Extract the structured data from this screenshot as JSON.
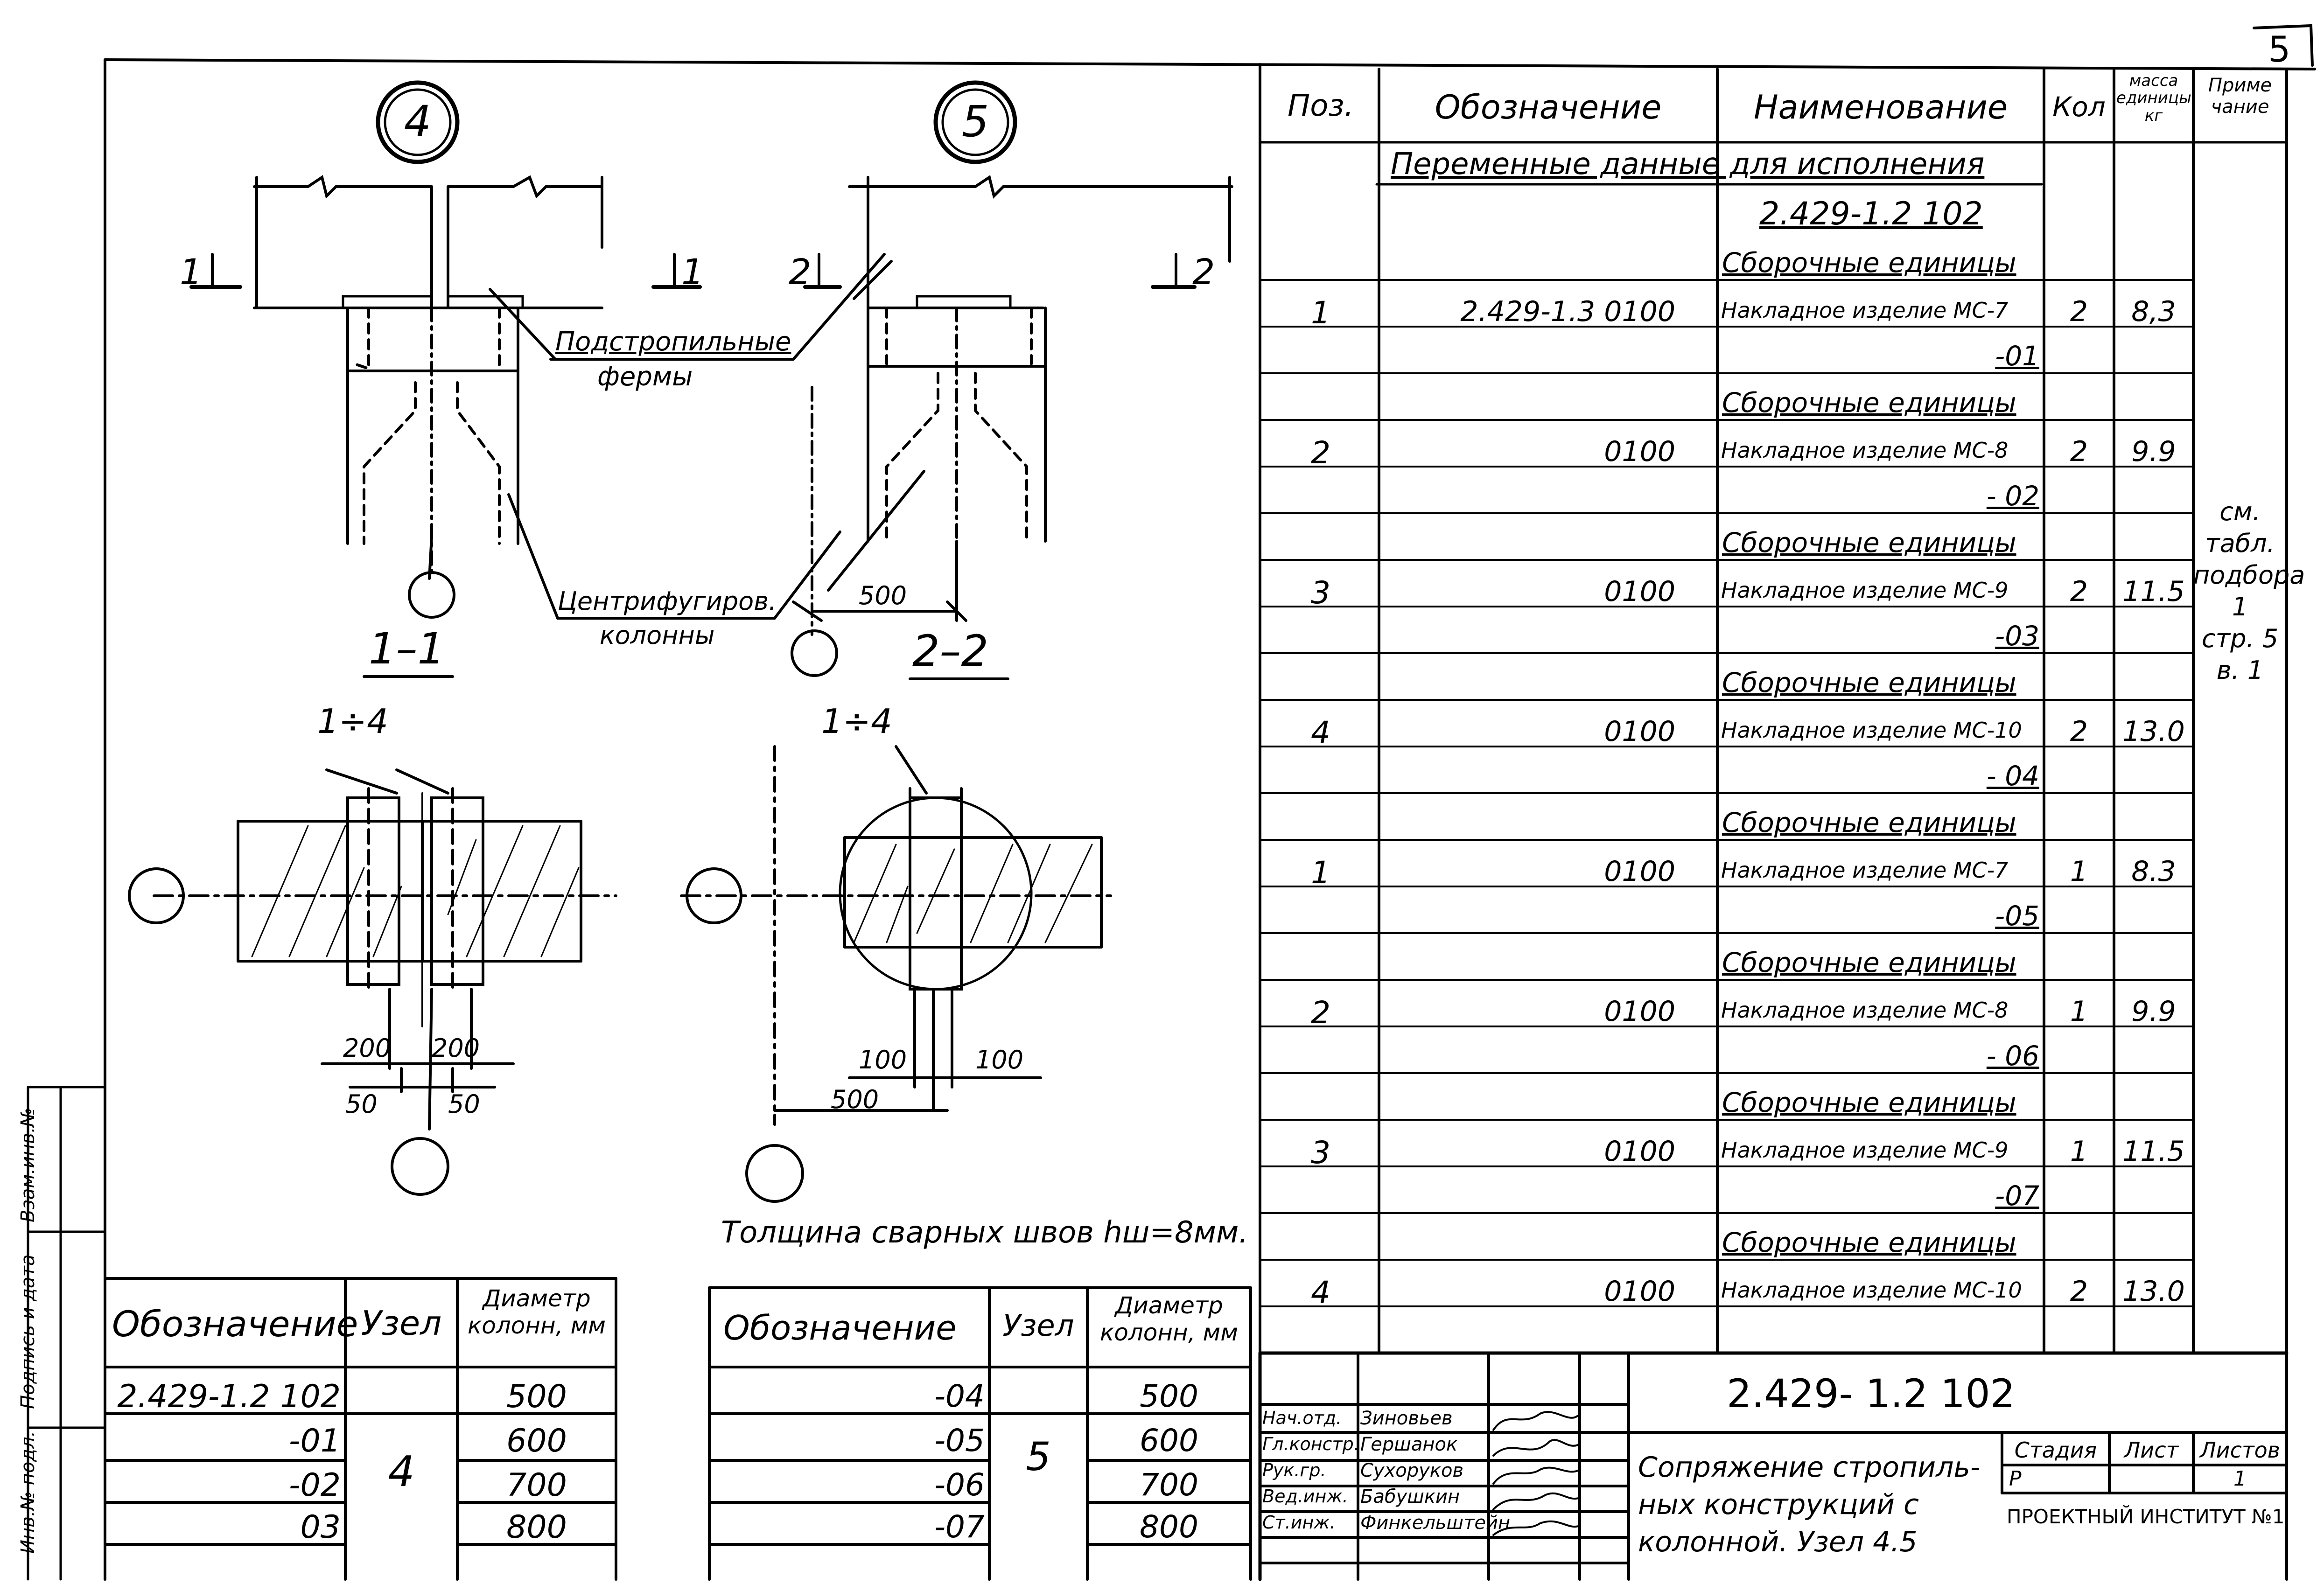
{
  "sheet_number": "5",
  "node_labels": {
    "node4": "4",
    "node5": "5"
  },
  "section_labels": {
    "s1": "1–1",
    "s2": "2–2",
    "cut1_left": "1",
    "cut1_right": "1",
    "cut2_left": "2",
    "cut2_right": "2"
  },
  "callouts": {
    "trusses_line1": "Подстропильные",
    "trusses_line2": "фермы",
    "columns_line1": "Центрифугиров.",
    "columns_line2": "колонны"
  },
  "plan_labels": {
    "range_left": "1÷4",
    "range_right": "1÷4"
  },
  "dimensions": {
    "sec2_500": "500",
    "plan4_200a": "200",
    "plan4_200b": "200",
    "plan4_50a": "50",
    "plan4_50b": "50",
    "plan5_100a": "100",
    "plan5_100b": "100",
    "plan5_500": "500"
  },
  "weld_note": "Толщина сварных швов hш=8мм.",
  "spec_table": {
    "headers": {
      "pos": "Поз.",
      "designation": "Обозначение",
      "name": "Наименование",
      "qty": "Кол",
      "mass": "масса единицы кг",
      "note": "Приме чание"
    },
    "variable_data": "Переменные данные для исполнения",
    "doc_code": "2.429-1.2 102",
    "rows": [
      {
        "sub": "Сборочные единицы"
      },
      {
        "pos": "1",
        "designation": "2.429-1.3 0100",
        "name": "Накладное изделие МС-7",
        "qty": "2",
        "mass": "8,3"
      },
      {
        "variant": "-01"
      },
      {
        "sub": "Сборочные единицы"
      },
      {
        "pos": "2",
        "designation": "0100",
        "name": "Накладное изделие МС-8",
        "qty": "2",
        "mass": "9.9"
      },
      {
        "variant": "- 02"
      },
      {
        "sub": "Сборочные единицы"
      },
      {
        "pos": "3",
        "designation": "0100",
        "name": "Накладное изделие МС-9",
        "qty": "2",
        "mass": "11.5"
      },
      {
        "variant": "-03"
      },
      {
        "sub": "Сборочные единицы"
      },
      {
        "pos": "4",
        "designation": "0100",
        "name": "Накладное изделие МС-10",
        "qty": "2",
        "mass": "13.0"
      },
      {
        "variant": "- 04"
      },
      {
        "sub": "Сборочные единицы"
      },
      {
        "pos": "1",
        "designation": "0100",
        "name": "Накладное изделие МС-7",
        "qty": "1",
        "mass": "8.3"
      },
      {
        "variant": "-05"
      },
      {
        "sub": "Сборочные единицы"
      },
      {
        "pos": "2",
        "designation": "0100",
        "name": "Накладное изделие МС-8",
        "qty": "1",
        "mass": "9.9"
      },
      {
        "variant": "- 06"
      },
      {
        "sub": "Сборочные единицы"
      },
      {
        "pos": "3",
        "designation": "0100",
        "name": "Накладное изделие МС-9",
        "qty": "1",
        "mass": "11.5"
      },
      {
        "variant": "-07"
      },
      {
        "sub": "Сборочные единицы"
      },
      {
        "pos": "4",
        "designation": "0100",
        "name": "Накладное изделие МС-10",
        "qty": "2",
        "mass": "13.0"
      }
    ],
    "note_lines": [
      "см.",
      "табл.",
      "подбора",
      "1",
      "стр. 5",
      "в. 1"
    ]
  },
  "left_table": {
    "headers": {
      "designation": "Обозначение",
      "node": "Узел",
      "diameter": "Диаметр колонн, мм"
    },
    "node": "4",
    "rows": [
      {
        "designation": "2.429-1.2 102",
        "diameter": "500"
      },
      {
        "designation": "-01",
        "diameter": "600"
      },
      {
        "designation": "-02",
        "diameter": "700"
      },
      {
        "designation": "03",
        "diameter": "800"
      }
    ]
  },
  "right_table": {
    "headers": {
      "designation": "Обозначение",
      "node": "Узел",
      "diameter": "Диаметр колонн, мм"
    },
    "node": "5",
    "rows": [
      {
        "designation": "-04",
        "diameter": "500"
      },
      {
        "designation": "-05",
        "diameter": "600"
      },
      {
        "designation": "-06",
        "diameter": "700"
      },
      {
        "designation": "-07",
        "diameter": "800"
      }
    ]
  },
  "title_block": {
    "code": "2.429- 1.2  102",
    "title_lines": [
      "Сопряжение стропиль-",
      "ных конструкций с",
      "колонной. Узел 4.5"
    ],
    "stage_header": "Стадия",
    "sheet_header": "Лист",
    "sheets_header": "Листов",
    "stage": "Р",
    "sheets": "1",
    "organization": "ПРОЕКТНЫЙ ИНСТИТУТ №1",
    "people": [
      {
        "role": "Нач.отд.",
        "name": "Зиновьев"
      },
      {
        "role": "Гл.констр.",
        "name": "Гершанок"
      },
      {
        "role": "Рук.гр.",
        "name": "Сухоруков"
      },
      {
        "role": "Вед.инж.",
        "name": "Бабушкин"
      },
      {
        "role": "Ст.инж.",
        "name": "Финкельштейн"
      }
    ]
  },
  "side_stamp": {
    "inv": "Инв.№ подл.",
    "sign": "Подпись и дата",
    "repl": "Взам.инв.№"
  }
}
